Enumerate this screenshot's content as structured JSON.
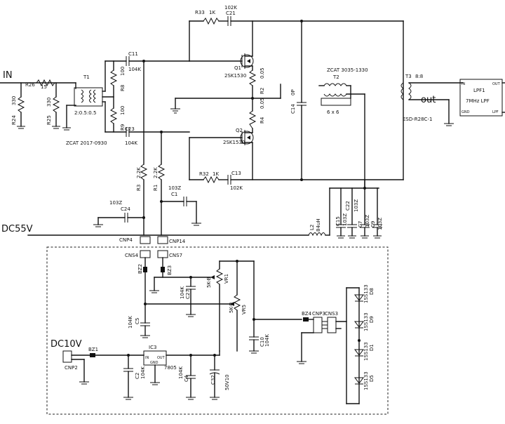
{
  "diagram": {
    "labels": {
      "in": "IN",
      "out": "out",
      "dc55v": "DC55V",
      "dc10v": "DC10V"
    },
    "parts": {
      "r24": {
        "ref": "R24",
        "val": "330"
      },
      "r26": {
        "ref": "R26",
        "val": "15"
      },
      "r25": {
        "ref": "R25",
        "val": "330"
      },
      "t1": {
        "ref": "T1",
        "ratio": "2:0.5:0.5",
        "part": "ZCAT 2017-0930"
      },
      "r8": {
        "ref": "R8",
        "val": "100"
      },
      "r9": {
        "ref": "R9",
        "val": "100"
      },
      "c11": {
        "ref": "C11",
        "val": "104K"
      },
      "c23": {
        "ref": "C23",
        "val": "104K"
      },
      "r33": {
        "ref": "R33",
        "val": "1K"
      },
      "c21": {
        "ref": "C21",
        "val": "102K"
      },
      "r32": {
        "ref": "R32",
        "val": "1K"
      },
      "c13": {
        "ref": "C13",
        "val": "102K"
      },
      "q1": {
        "ref": "Q1",
        "part": "2SK1530"
      },
      "q2": {
        "ref": "Q2",
        "part": "2SK1530"
      },
      "r2": {
        "ref": "R2",
        "val": "0.05"
      },
      "r4": {
        "ref": "R4",
        "val": "0.05"
      },
      "c14": {
        "ref": "C14",
        "val": "0P"
      },
      "t2": {
        "ref": "T2",
        "part": "ZCAT 3035-1330",
        "turns": "6 x 6"
      },
      "t3": {
        "ref": "T3",
        "ratio": "8:8",
        "part": "ESD-R28C-1"
      },
      "lpf": {
        "ref": "LPF1",
        "desc": "7MHz LPF",
        "pin_in": "IN",
        "pin_out": "OUT",
        "pin_gnd": "GND",
        "pin_gnd2": "LPF"
      },
      "r3": {
        "ref": "R3",
        "val": "2.2K"
      },
      "r1": {
        "ref": "R1",
        "val": "2.2K"
      },
      "c1": {
        "ref": "C1",
        "val": "103Z"
      },
      "c24": {
        "ref": "C24",
        "val": "103Z"
      },
      "l2": {
        "ref": "L2",
        "val": "84uH"
      },
      "c15": {
        "ref": "C15",
        "val": "103Z"
      },
      "c22": {
        "ref": "C22",
        "val": "103Z"
      },
      "c7": {
        "ref": "C7",
        "val": "103Z"
      },
      "c9": {
        "ref": "C9",
        "val": "103Z"
      },
      "cnp4": {
        "ref": "CNP4"
      },
      "cnp14": {
        "ref": "CNP14"
      },
      "cns4": {
        "ref": "CNS4"
      },
      "cns7": {
        "ref": "CNS7"
      },
      "bz2": {
        "ref": "BZ2"
      },
      "bz3": {
        "ref": "BZ3"
      },
      "vr1": {
        "ref": "VR1",
        "val": "5K-B"
      },
      "vr5": {
        "ref": "VR5",
        "val": "5K-B"
      },
      "c27": {
        "ref": "C27",
        "val": "104K"
      },
      "c5": {
        "ref": "C5",
        "val": "104K"
      },
      "c10": {
        "ref": "C10",
        "val": "104K"
      },
      "bz4": {
        "ref": "BZ4"
      },
      "cnp3": {
        "ref": "CNP3"
      },
      "cns3": {
        "ref": "CNS3"
      },
      "d8": {
        "ref": "D8",
        "part": "1SS133"
      },
      "d9": {
        "ref": "D9",
        "part": "1SS133"
      },
      "d1": {
        "ref": "D1",
        "part": "1SS133"
      },
      "d5": {
        "ref": "D5",
        "part": "1SS133"
      },
      "cnp2": {
        "ref": "CNP2"
      },
      "bz1": {
        "ref": "BZ1"
      },
      "ic3": {
        "ref": "IC3",
        "part": "7805",
        "pin_in": "IN",
        "pin_out": "OUT",
        "pin_gnd": "GND"
      },
      "c2": {
        "ref": "C2",
        "val": "104K"
      },
      "c4": {
        "ref": "C4",
        "val": "104K"
      },
      "c32": {
        "ref": "C32",
        "val": "50V10"
      }
    }
  }
}
